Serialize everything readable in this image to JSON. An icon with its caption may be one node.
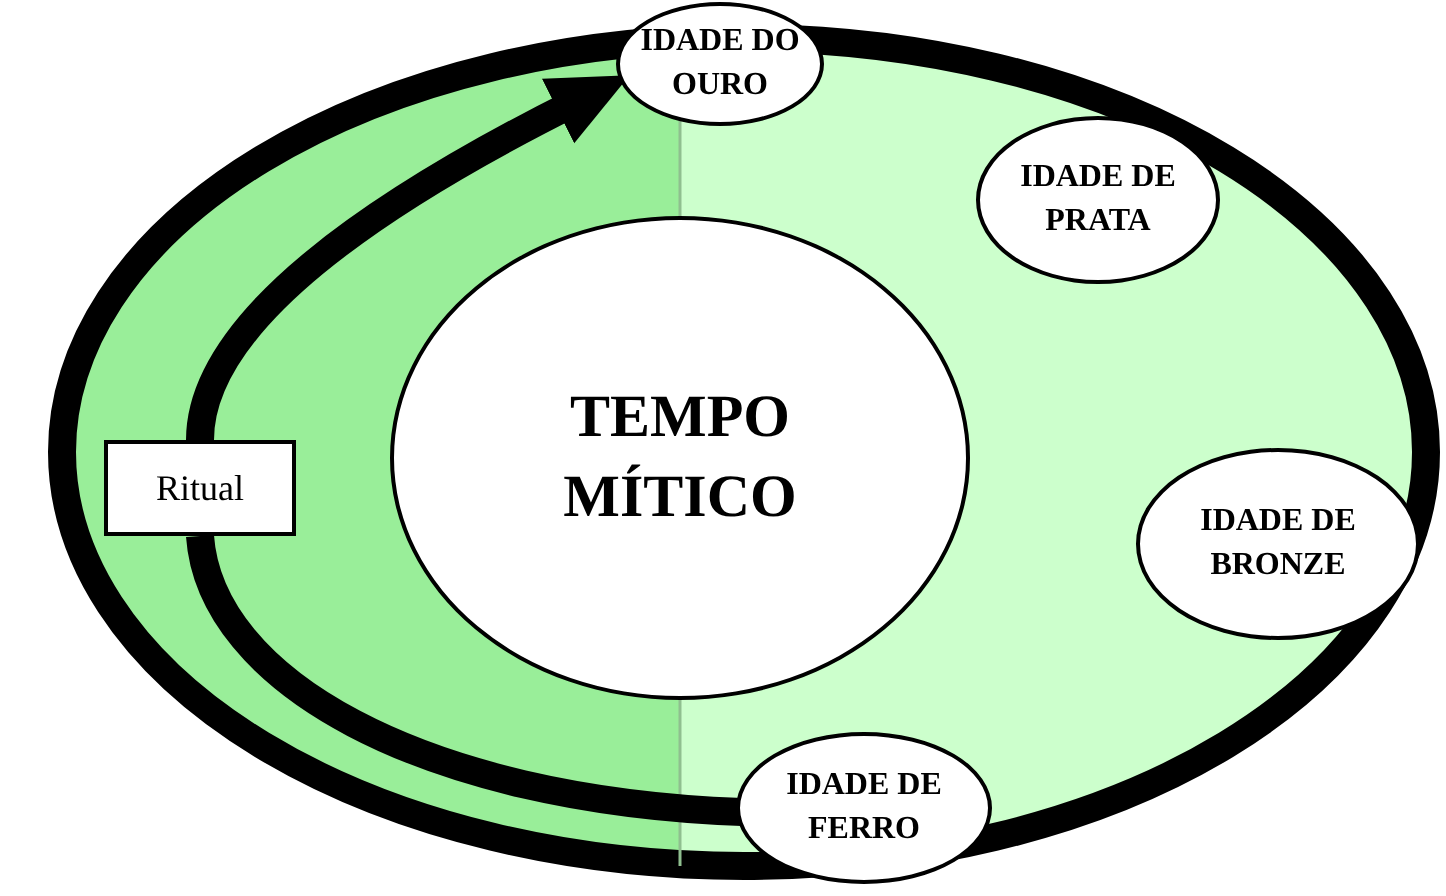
{
  "diagram": {
    "nodes": [
      {
        "text": [
          "IDADE DO OURO"
        ]
      },
      {
        "text": [
          "IDADE DE PRATA"
        ]
      },
      {
        "text": [
          "TEMPO MÍTICO"
        ]
      },
      {
        "text": [
          "Ritual"
        ]
      },
      {
        "text": [
          "IDADE DE BRONZE"
        ]
      },
      {
        "text": [
          "IDADE DE FERRO"
        ]
      }
    ],
    "edges": [
      {
        "from": 5,
        "to": 3,
        "arrow": "none"
      },
      {
        "from": 3,
        "to": 0,
        "arrow": "to"
      }
    ]
  }
}
